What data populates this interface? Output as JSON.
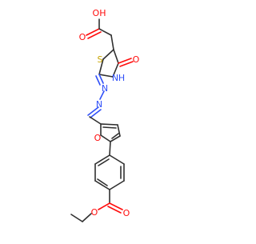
{
  "molecule": {
    "atom_labels": {
      "oh_acid": "OH",
      "o_acid_carbonyl": "O",
      "s_ring": "S",
      "nh_ring": "N",
      "nh_h": "H",
      "o_ring_carbonyl": "O",
      "n_imine": "N",
      "n_hydrazone": "N",
      "o_furan": "O",
      "o_ester_carbonyl": "O",
      "o_ester": "O"
    },
    "colors": {
      "oxygen": "#ff0d0d",
      "nitrogen": "#3050f8",
      "sulfur": "#c8a400",
      "bond": "#303030",
      "background": "#ffffff"
    }
  }
}
